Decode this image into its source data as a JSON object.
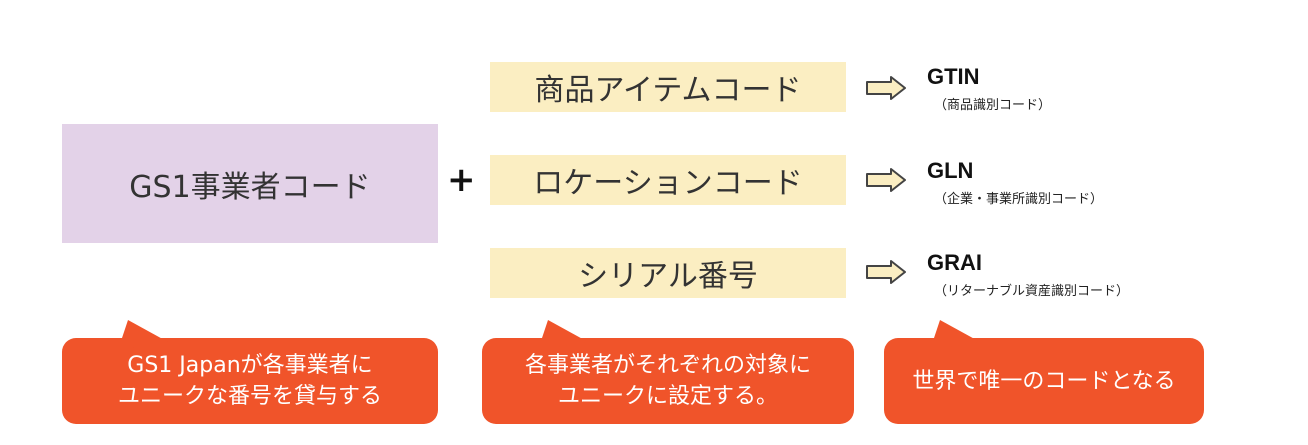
{
  "prefix": {
    "label": "GS1事業者コード"
  },
  "operator": "+",
  "codes": [
    {
      "label": "商品アイテムコード",
      "key": "GTIN",
      "desc": "（商品識別コード）"
    },
    {
      "label": "ロケーションコード",
      "key": "GLN",
      "desc": "（企業・事業所識別コード）"
    },
    {
      "label": "シリアル番号",
      "key": "GRAI",
      "desc": "（リターナブル資産識別コード）"
    }
  ],
  "notes": [
    {
      "text": "GS1 Japanが各事業者に\nユニークな番号を貸与する"
    },
    {
      "text": "各事業者がそれぞれの対象に\nユニークに設定する。"
    },
    {
      "text": "世界で唯一のコードとなる"
    }
  ],
  "colors": {
    "prefix_fill": "#e3d2e8",
    "code_fill": "#fbeec2",
    "arrow_fill": "#fbeec2",
    "arrow_stroke": "#444444",
    "note_fill": "#f0542a"
  }
}
